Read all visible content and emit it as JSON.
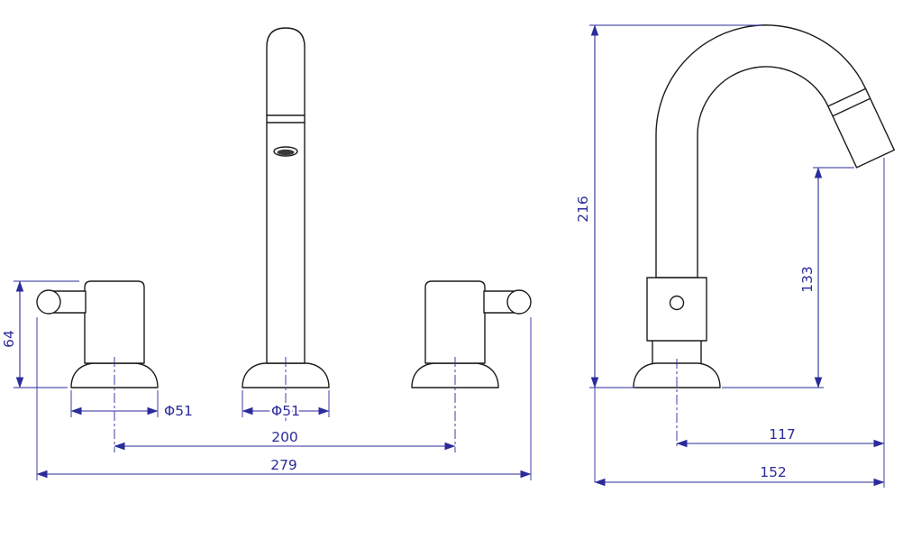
{
  "drawing": {
    "type": "technical-dimension-drawing",
    "subject": "three-hole widespread basin faucet with two handles and gooseneck spout",
    "dimensions": {
      "front_view": {
        "handle_height": "64",
        "handle_base_diameter": "Φ51",
        "spout_base_diameter": "Φ51",
        "handle_spacing": "200",
        "overall_width": "279"
      },
      "side_view": {
        "overall_height": "216",
        "outlet_height": "133",
        "spout_reach": "117",
        "overall_depth": "152"
      }
    },
    "colors": {
      "outline": "#1c1c1c",
      "dimension": "#2b2b9c",
      "background": "#ffffff"
    }
  }
}
